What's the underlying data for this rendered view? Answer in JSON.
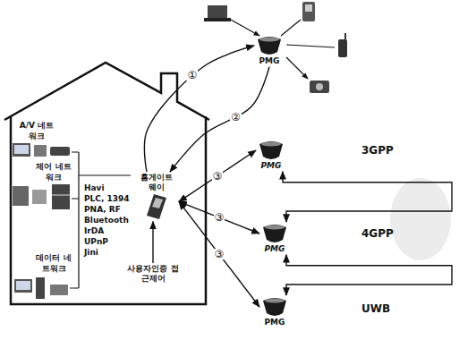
{
  "diagram": {
    "nodes": [
      {
        "text": [
          "홈게이트 웨이"
        ]
      },
      {
        "text": [
          "사용자인증 접근제어"
        ]
      },
      {
        "text": [
          "PMG"
        ]
      },
      {
        "text": [
          "PMG",
          "3GPP"
        ]
      },
      {
        "text": [
          "PMG",
          "4GPP"
        ]
      },
      {
        "text": [
          "PMG",
          "UWB"
        ]
      }
    ],
    "edges": [
      {
        "from": 0,
        "to": 2,
        "label": "①",
        "arrow": "to"
      },
      {
        "from": 2,
        "to": 0,
        "label": "②",
        "arrow": "to"
      },
      {
        "from": 0,
        "to": 3,
        "label": "③",
        "arrow": "both"
      },
      {
        "from": 0,
        "to": 4,
        "label": "③",
        "arrow": "both"
      },
      {
        "from": 0,
        "to": 5,
        "label": "③",
        "arrow": "both"
      },
      {
        "from": 1,
        "to": 0,
        "arrow": "to"
      },
      {
        "from": 3,
        "to": 4,
        "arrow": "both"
      },
      {
        "from": 4,
        "to": 5,
        "arrow": "both"
      }
    ],
    "labels": [
      "A/V 네트워크",
      "제어 네트워크",
      "데이터 네트워크",
      "Havi",
      "PLC, 1394",
      "PNA, RF",
      "Bluetooth",
      "IrDA",
      "UPnP",
      "Jini"
    ]
  }
}
